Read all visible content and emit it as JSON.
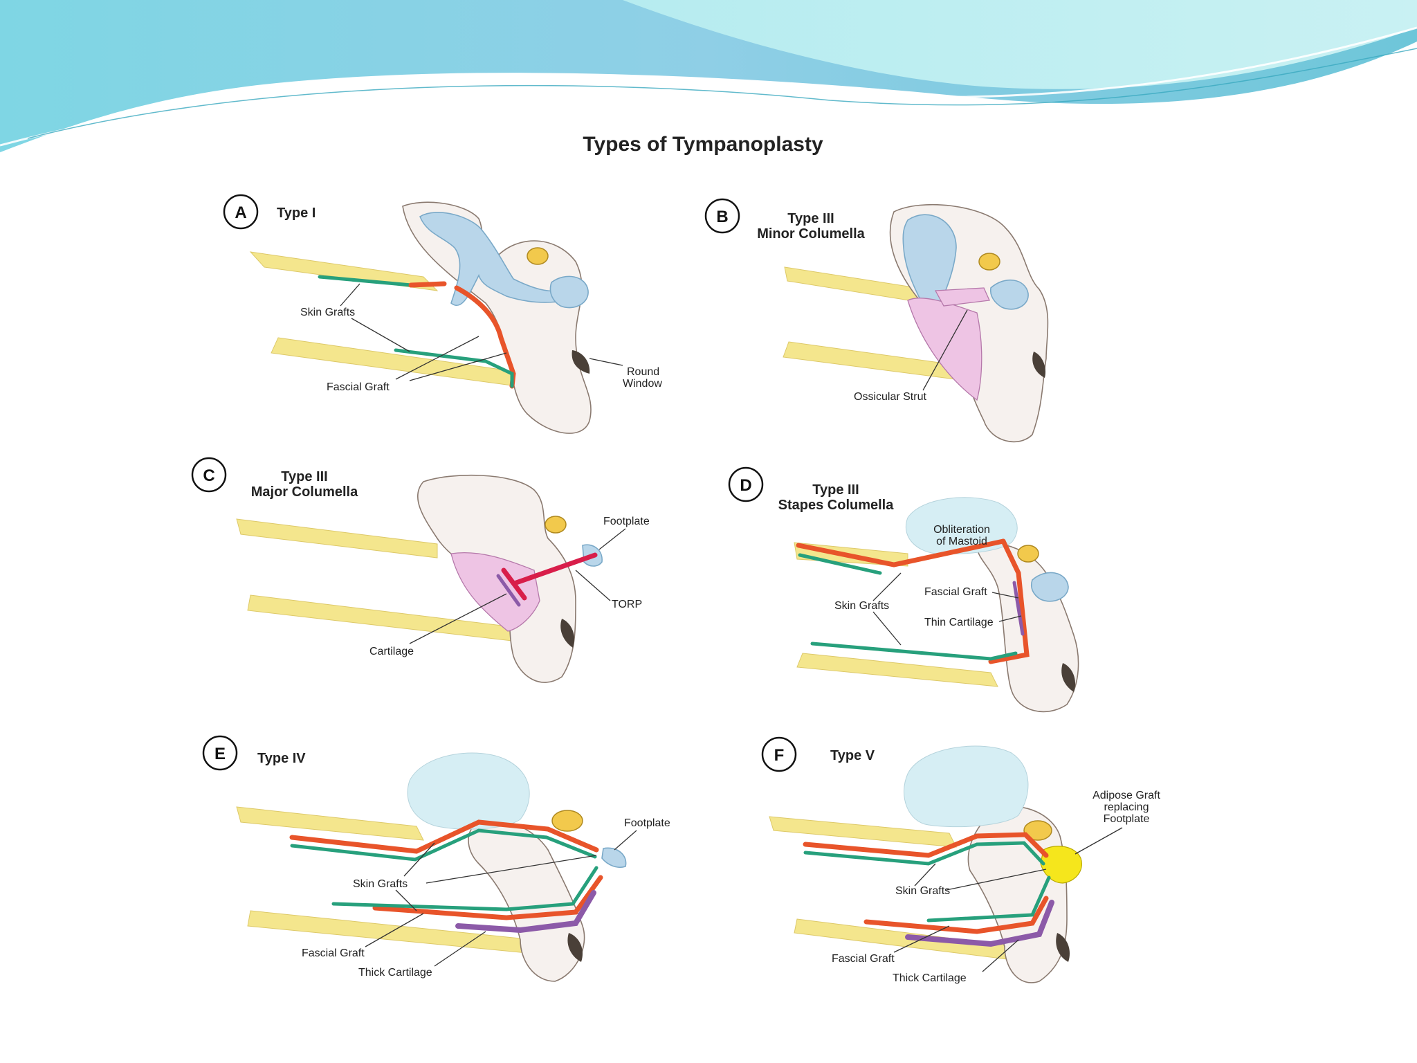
{
  "figure": {
    "title": "Types of Tympanoplasty",
    "colors": {
      "banner_dark": "#5fc4d8",
      "banner_light": "#a8e4ec",
      "fascial_graft": "#e8542a",
      "skin_graft": "#27a07c",
      "cartilage": "#8c5aa8",
      "ossicles": "#b9d6ea",
      "canal_wall": "#f3e27a",
      "torp": "#d81e4a",
      "adipose": "#f5e61c"
    },
    "panels": [
      {
        "letter": "A",
        "title_lines": [
          "Type I"
        ],
        "labels": [
          "Skin Grafts",
          "Fascial Graft",
          "Round",
          "Window"
        ]
      },
      {
        "letter": "B",
        "title_lines": [
          "Type III",
          "Minor Columella"
        ],
        "labels": [
          "Ossicular Strut"
        ]
      },
      {
        "letter": "C",
        "title_lines": [
          "Type III",
          "Major Columella"
        ],
        "labels": [
          "Footplate",
          "TORP",
          "Cartilage"
        ]
      },
      {
        "letter": "D",
        "title_lines": [
          "Type III",
          "Stapes Columella"
        ],
        "labels": [
          "Obliteration",
          "of Mastoid",
          "Fascial Graft",
          "Skin Grafts",
          "Thin Cartilage"
        ]
      },
      {
        "letter": "E",
        "title_lines": [
          "Type IV"
        ],
        "labels": [
          "Footplate",
          "Skin Grafts",
          "Fascial Graft",
          "Thick Cartilage"
        ]
      },
      {
        "letter": "F",
        "title_lines": [
          "Type V"
        ],
        "labels": [
          "Adipose Graft",
          "replacing",
          "Footplate",
          "Skin Grafts",
          "Fascial Graft",
          "Thick Cartilage"
        ]
      }
    ]
  }
}
